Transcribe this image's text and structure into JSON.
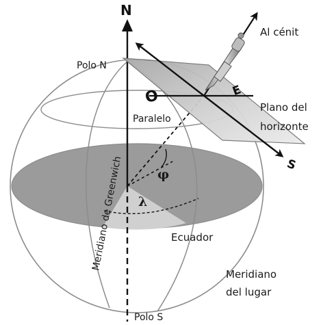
{
  "labels": {
    "north": "N",
    "zenith": "Al cénit",
    "north_pole": "Polo N",
    "south_pole": "Polo S",
    "parallel": "Paralelo",
    "horizon_plane_line1": "Plano del",
    "horizon_plane_line2": "horizonte",
    "greenwich_meridian": "Meridiano de Greenwich",
    "equator": "Ecuador",
    "local_meridian_line1": "Meridiano",
    "local_meridian_line2": "del lugar",
    "latitude_symbol": "φ",
    "longitude_symbol": "λ",
    "west": "O",
    "east": "E",
    "south": "S"
  },
  "colors": {
    "outline": "#8c8c8c",
    "equator_plane": "#9b9b9b",
    "horizon_plane": "#bdbdbd",
    "axis": "#111111"
  }
}
